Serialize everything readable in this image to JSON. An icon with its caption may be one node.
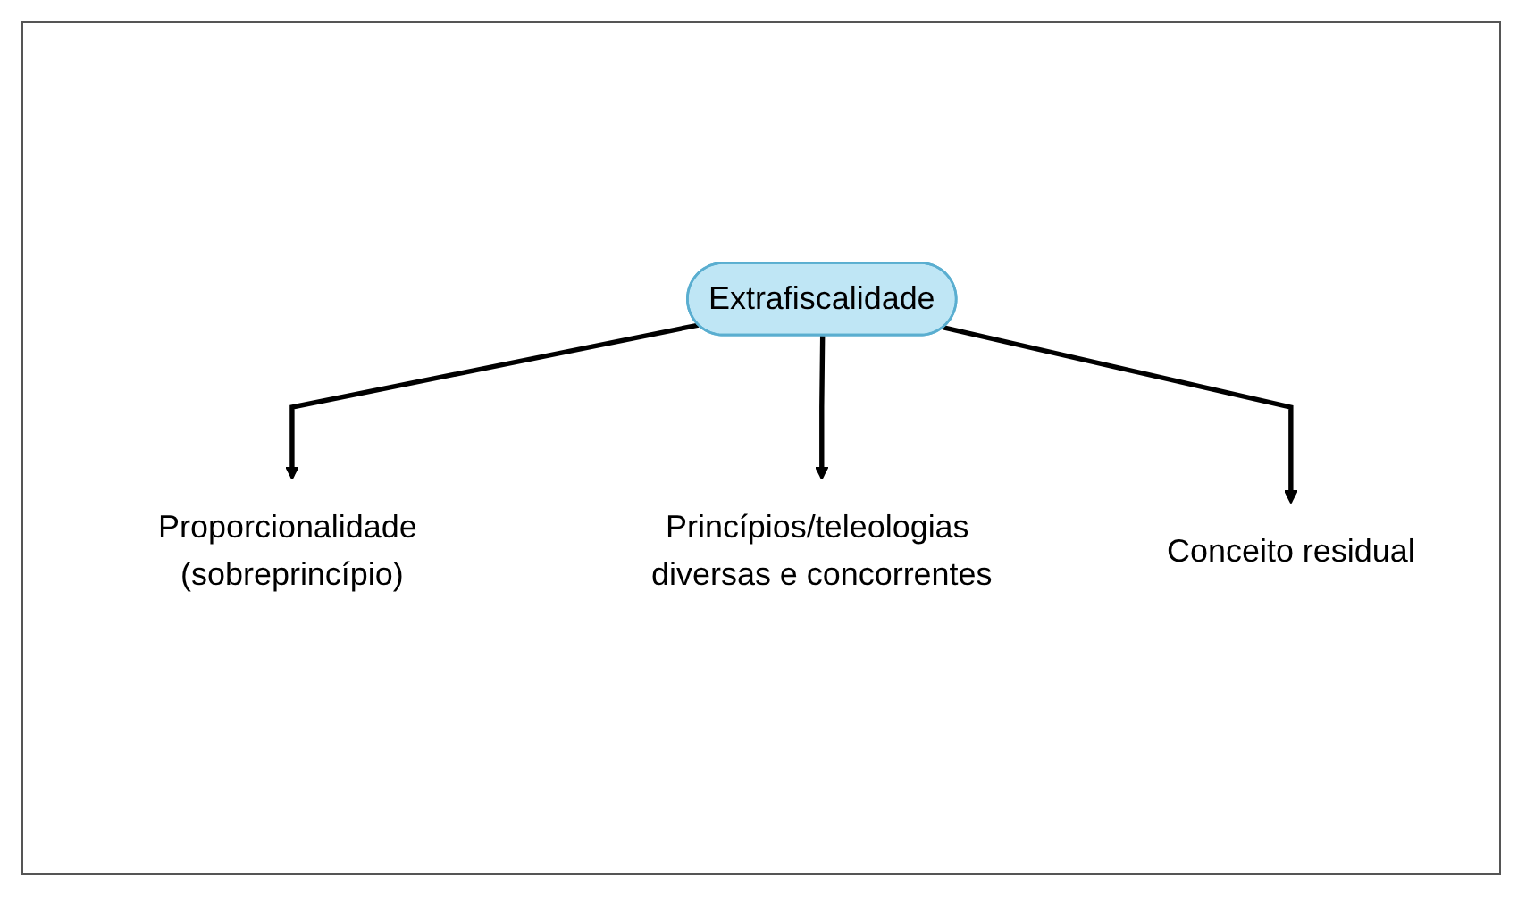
{
  "diagram": {
    "nodes": [
      {
        "text": [
          "Extrafiscalidade"
        ]
      },
      {
        "text": [
          "Proporcionalidade (sobreprincípio)"
        ]
      },
      {
        "text": [
          "Princípios/teleologias diversas e concorrentes"
        ]
      },
      {
        "text": [
          "Conceito residual"
        ]
      }
    ],
    "edges": [
      {
        "from": 0,
        "to": 1,
        "arrow": "to"
      },
      {
        "from": 0,
        "to": 2,
        "arrow": "to"
      },
      {
        "from": 0,
        "to": 3,
        "arrow": "to"
      }
    ]
  }
}
